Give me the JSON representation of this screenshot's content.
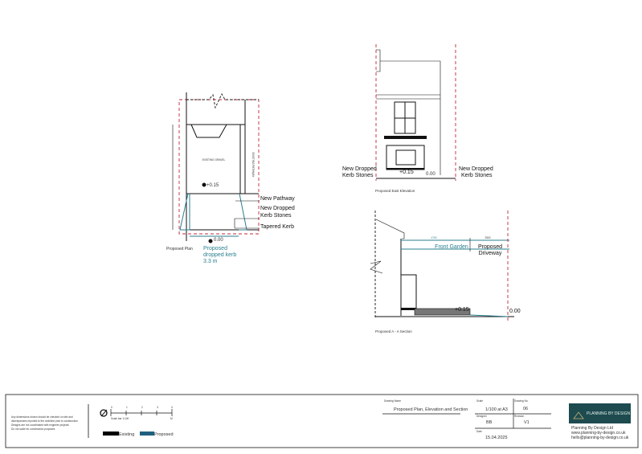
{
  "plan": {
    "title": "Proposed Plan",
    "existing_gravel": "EXISTING GRAVEL",
    "existing_pathway": "EXISTING PATHWAY",
    "level_upper": "+0.15",
    "level_lower": "0.00",
    "labels": {
      "new_pathway": "New Pathway",
      "new_dropped_1": "New Dropped",
      "new_dropped_2": "Kerb Stones",
      "tapered_kerb": "Tapered Kerb",
      "proposed_1": "Proposed",
      "proposed_2": "dropped kerb",
      "proposed_3": "3.3 m"
    }
  },
  "elevation": {
    "title": "Proposed  East Elevation",
    "level_upper": "+0.15",
    "level_lower": "0.00",
    "left_label_1": "New Dropped",
    "left_label_2": "Kerb Stones",
    "right_label_1": "New Dropped",
    "right_label_2": "Kerb Stones"
  },
  "section": {
    "title": "Proposed  A - A Section",
    "front_garden": "Front Garden",
    "driveway_1": "Proposed",
    "driveway_2": "Driveway",
    "level_upper": "+0.15",
    "level_lower": "0.00"
  },
  "title_block": {
    "notes": [
      "Any dimensions shown should be checked on site and",
      "discrepancies reported to the architect prior to construction",
      "Designs are not coordinated with engineer projects",
      "Do not scale for construction purposes"
    ],
    "scale_ticks": [
      "0",
      "1",
      "2",
      "3",
      "4"
    ],
    "scale_caption": "Scale bar 1:100",
    "scale_unit": "M",
    "legend_existing": "Existing",
    "legend_proposed": "Proposed",
    "drawing_name_label": "Drawing Name",
    "drawing_name": "Proposed Plan, Elevation and Section",
    "scale_label": "Scale",
    "scale": "1/100 at A3",
    "drawing_no_label": "Drawing No.",
    "drawing_no": "06",
    "designer_label": "Designer",
    "designer": "BB",
    "revision_label": "Revision",
    "revision": "V1",
    "date_label": "Date",
    "date": "15.04.2025",
    "logo_text": "PLANNING BY DESIGN",
    "company": "Planning By Design Ltd",
    "website": "www.planning-by-design.co.uk",
    "email": "hello@planning-by-design.co.uk"
  },
  "colors": {
    "proposed": "#1f5f7f",
    "existing": "#000000",
    "site_boundary": "#c0283a",
    "logo_bg": "#1d4b4f"
  }
}
